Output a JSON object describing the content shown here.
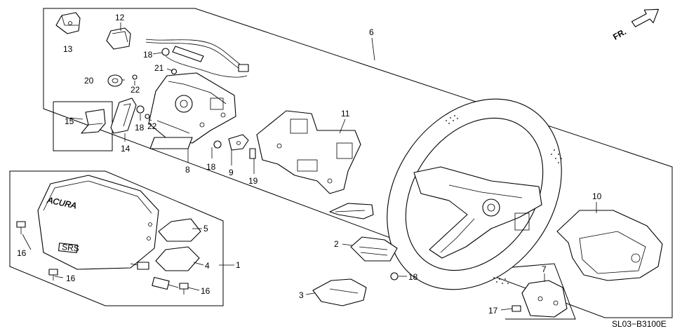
{
  "diagram": {
    "labels": [
      "1",
      "2",
      "3",
      "4",
      "5",
      "6",
      "7",
      "8",
      "9",
      "10",
      "11",
      "12",
      "13",
      "14",
      "15",
      "16",
      "17",
      "18",
      "19",
      "20",
      "21",
      "22"
    ],
    "label_16": "16",
    "label_18": "18",
    "label_22": "22",
    "airbag_logo": "ACURA",
    "airbag_badge": "SRS",
    "direction_arrow": "FR.",
    "part_code": "SL03−B3100E"
  }
}
